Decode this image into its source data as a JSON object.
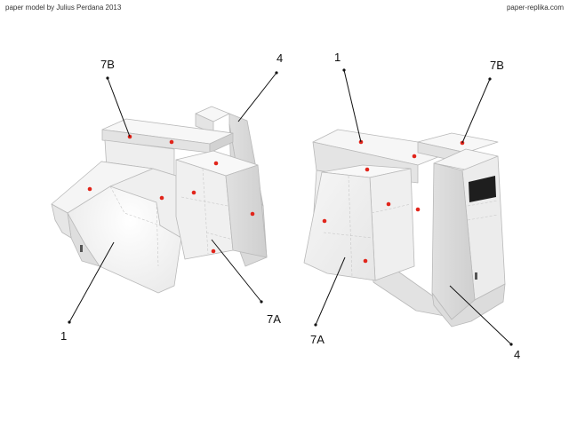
{
  "header": {
    "credit": "paper model by Julius Perdana 2013",
    "site": "paper-replika.com"
  },
  "labels": {
    "left_7b": "7B",
    "left_4": "4",
    "left_1": "1",
    "left_7a": "7A",
    "right_1": "1",
    "right_7b": "7B",
    "right_7a": "7A",
    "right_4": "4"
  },
  "colors": {
    "paper": "#f2f2f2",
    "paper_shade": "#e2e2e2",
    "paper_dark": "#d4d4d4",
    "marker": "#e1251b",
    "screen": "#1e1e1e"
  }
}
